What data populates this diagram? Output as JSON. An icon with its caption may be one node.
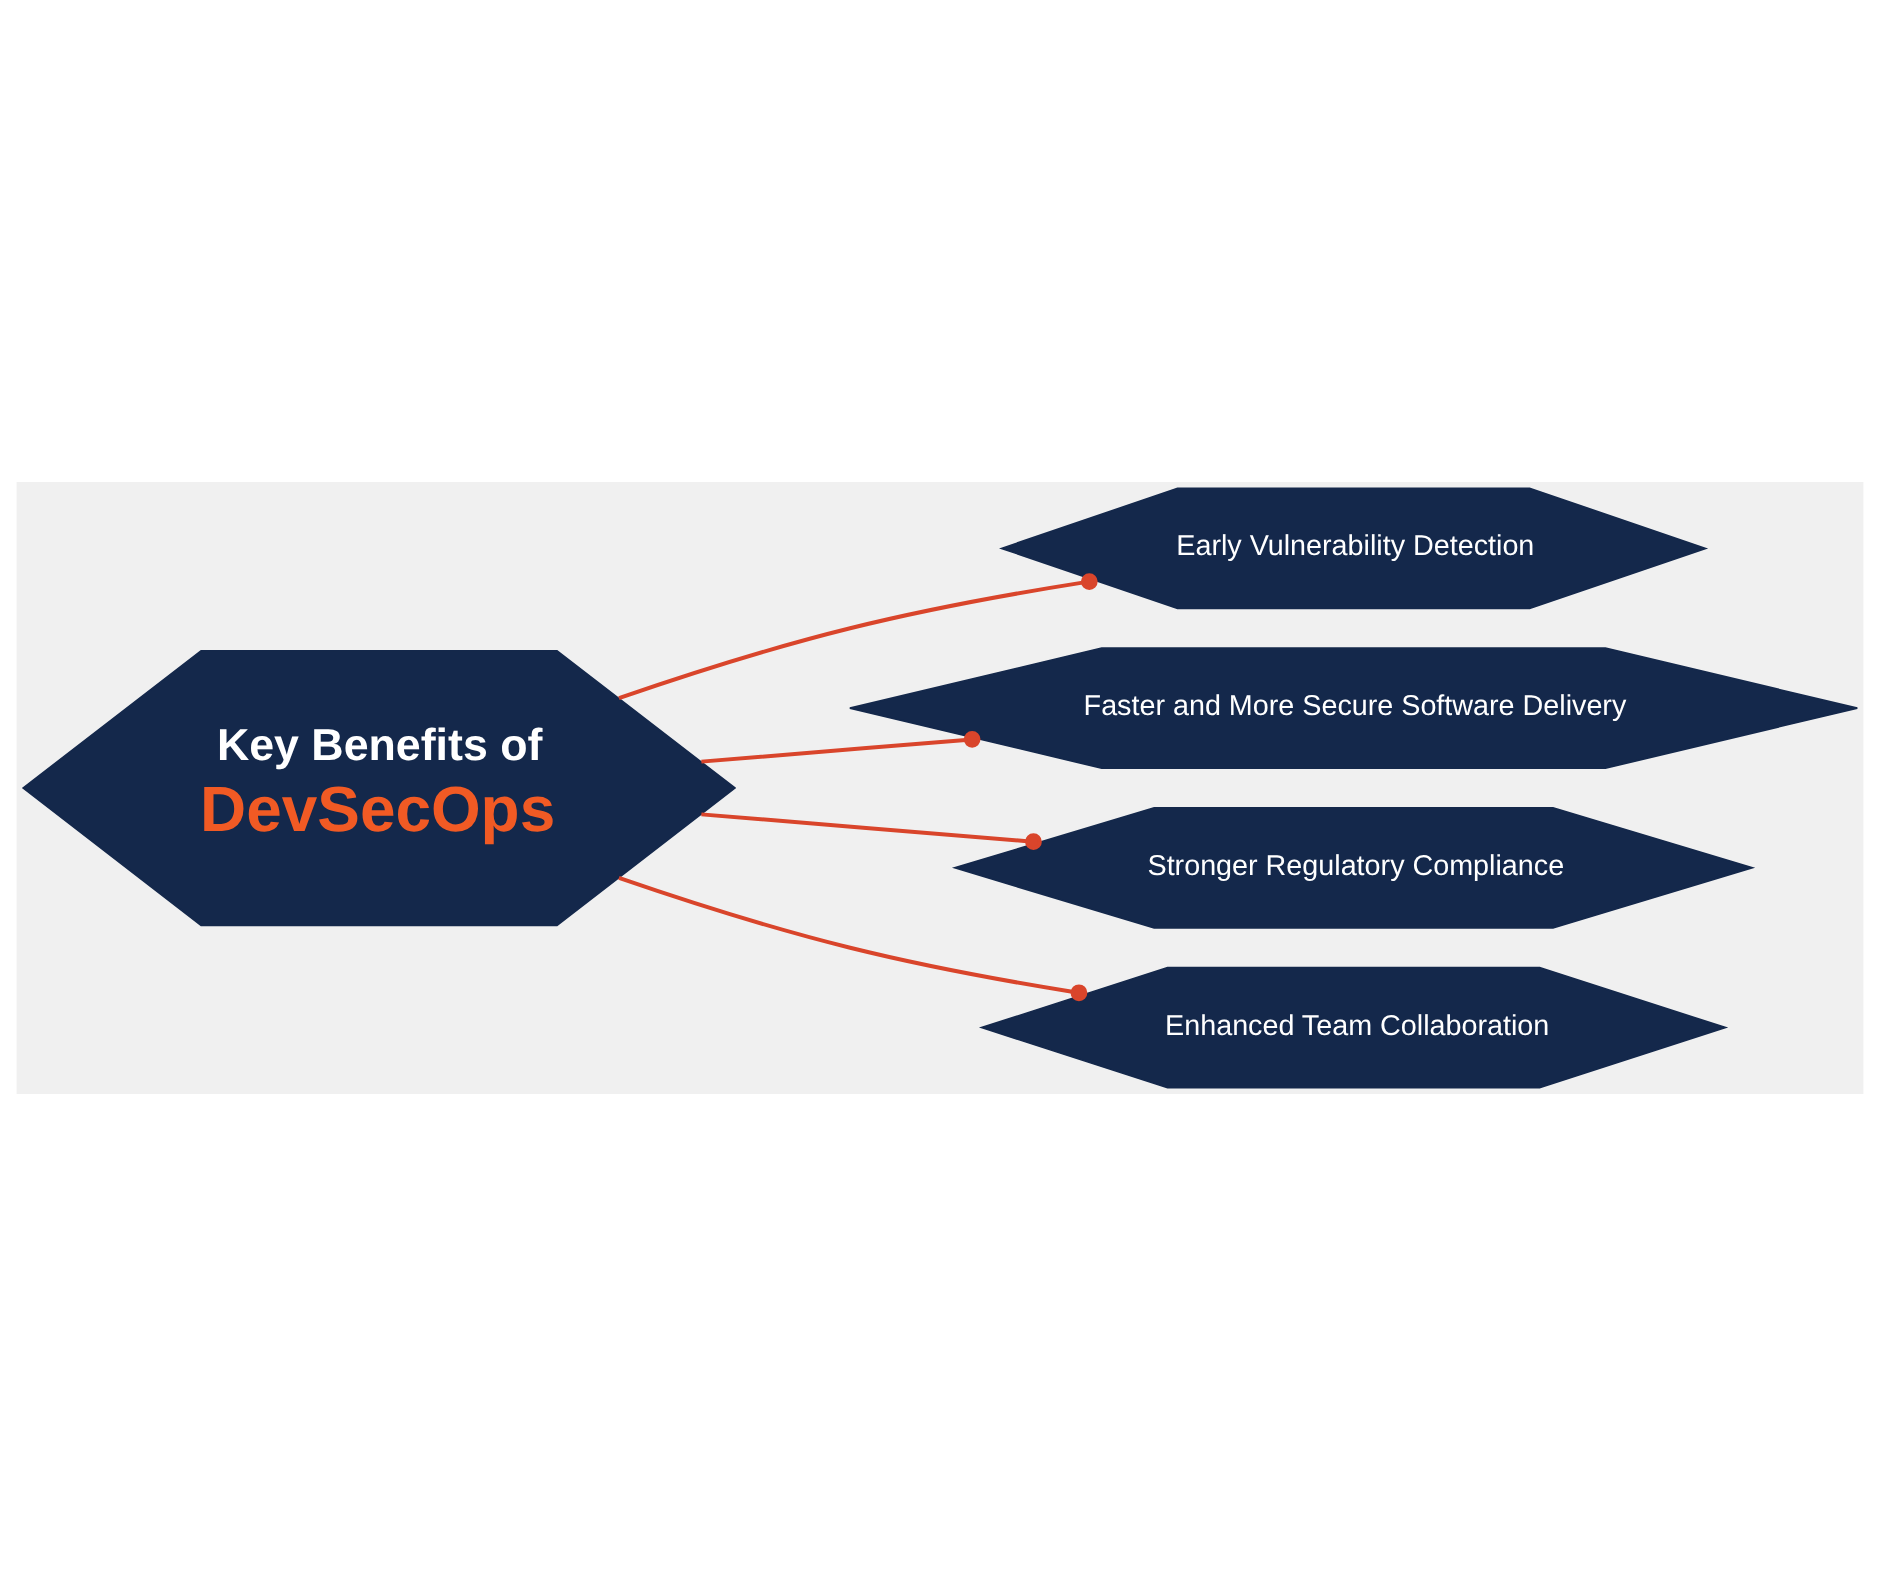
{
  "diagram": {
    "nodes": [
      {
        "text": [
          "Key Benefits of",
          "DevSecOps"
        ]
      },
      {
        "text": [
          "Early Vulnerability Detection"
        ]
      },
      {
        "text": [
          "Faster and More Secure Software Delivery"
        ]
      },
      {
        "text": [
          "Stronger Regulatory Compliance"
        ]
      },
      {
        "text": [
          "Enhanced Team Collaboration"
        ]
      }
    ],
    "edges": [
      {
        "from": 0,
        "to": 1,
        "arrow": "other"
      },
      {
        "from": 0,
        "to": 2,
        "arrow": "other"
      },
      {
        "from": 0,
        "to": 3,
        "arrow": "other"
      },
      {
        "from": 0,
        "to": 4,
        "arrow": "other"
      }
    ]
  }
}
